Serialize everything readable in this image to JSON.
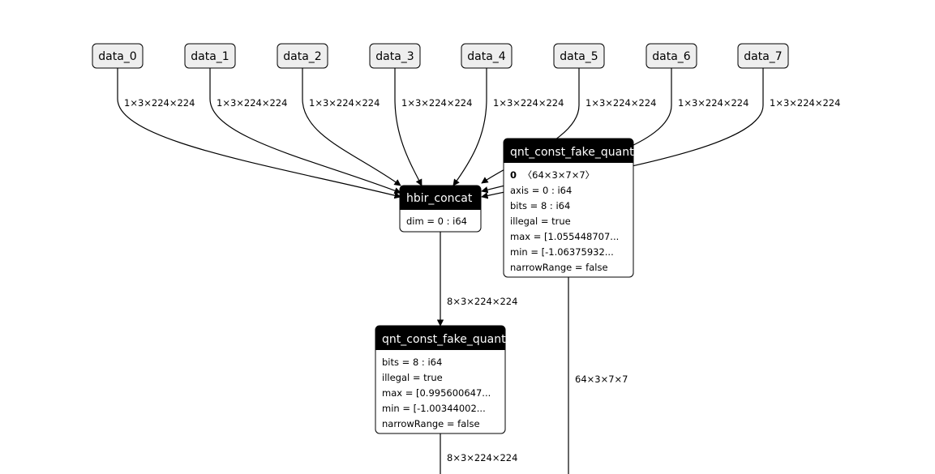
{
  "inputs": [
    {
      "label": "data_0",
      "edge_label": "1×3×224×224"
    },
    {
      "label": "data_1",
      "edge_label": "1×3×224×224"
    },
    {
      "label": "data_2",
      "edge_label": "1×3×224×224"
    },
    {
      "label": "data_3",
      "edge_label": "1×3×224×224"
    },
    {
      "label": "data_4",
      "edge_label": "1×3×224×224"
    },
    {
      "label": "data_5",
      "edge_label": "1×3×224×224"
    },
    {
      "label": "data_6",
      "edge_label": "1×3×224×224"
    },
    {
      "label": "data_7",
      "edge_label": "1×3×224×224"
    }
  ],
  "nodes": {
    "concat": {
      "title": "hbir_concat",
      "attrs": [
        "dim = 0 : i64"
      ]
    },
    "weight_quant": {
      "title": "qnt_const_fake_quant",
      "header_index": "0",
      "header_shape": "〈64×3×7×7〉",
      "attrs": [
        "axis = 0 : i64",
        "bits = 8 : i64",
        "illegal = true",
        "max = [1.055448707...",
        "min = [-1.06375932...",
        "narrowRange = false"
      ]
    },
    "act_quant": {
      "title": "qnt_const_fake_quant",
      "attrs": [
        "bits = 8 : i64",
        "illegal = true",
        "max = [0.995600647...",
        "min = [-1.00344002...",
        "narrowRange = false"
      ]
    }
  },
  "edges": {
    "concat_to_act": "8×3×224×224",
    "weight_out": "64×3×7×7",
    "act_out": "8×3×224×224"
  }
}
